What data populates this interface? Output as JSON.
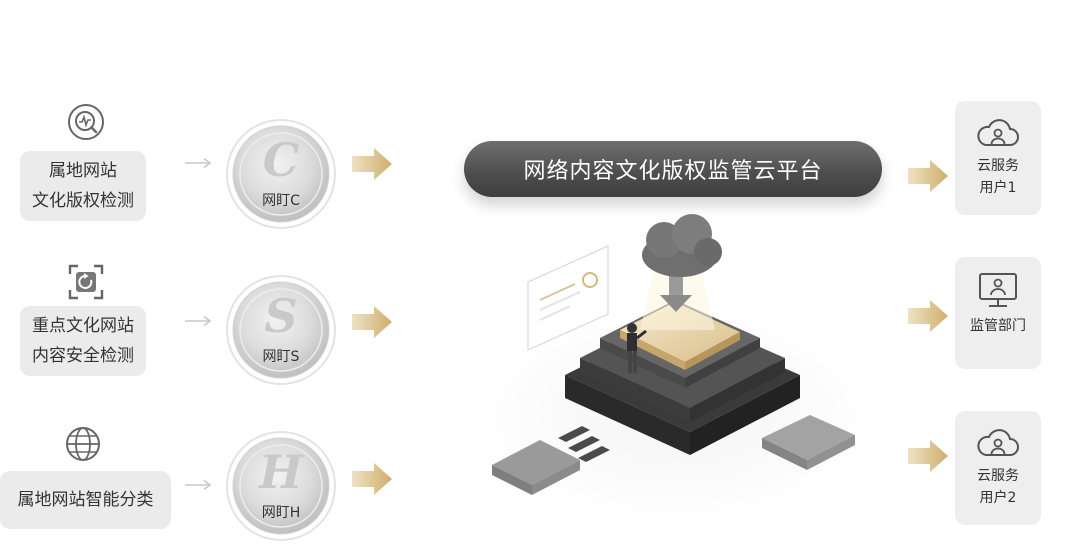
{
  "left_items": [
    {
      "icon": "search-chart-icon",
      "lines": [
        "属地网站",
        "文化版权检测"
      ],
      "coin_letter": "C",
      "coin_label": "网盯C"
    },
    {
      "icon": "scan-refresh-icon",
      "lines": [
        "重点文化网站",
        "内容安全检测"
      ],
      "coin_letter": "S",
      "coin_label": "网盯S"
    },
    {
      "icon": "globe-icon",
      "lines": [
        "属地网站智能分类"
      ],
      "coin_letter": "H",
      "coin_label": "网盯H"
    }
  ],
  "platform": {
    "title": "网络内容文化版权监管云平台"
  },
  "right_items": [
    {
      "icon": "cloud-user-icon",
      "lines": [
        "云服务",
        "用户1"
      ]
    },
    {
      "icon": "monitor-user-icon",
      "lines": [
        "监管部门"
      ]
    },
    {
      "icon": "cloud-user-icon",
      "lines": [
        "云服务",
        "用户2"
      ]
    }
  ],
  "colors": {
    "gold": "#d8bd86",
    "dark": "#4d4d4d",
    "box": "#ebebeb"
  }
}
